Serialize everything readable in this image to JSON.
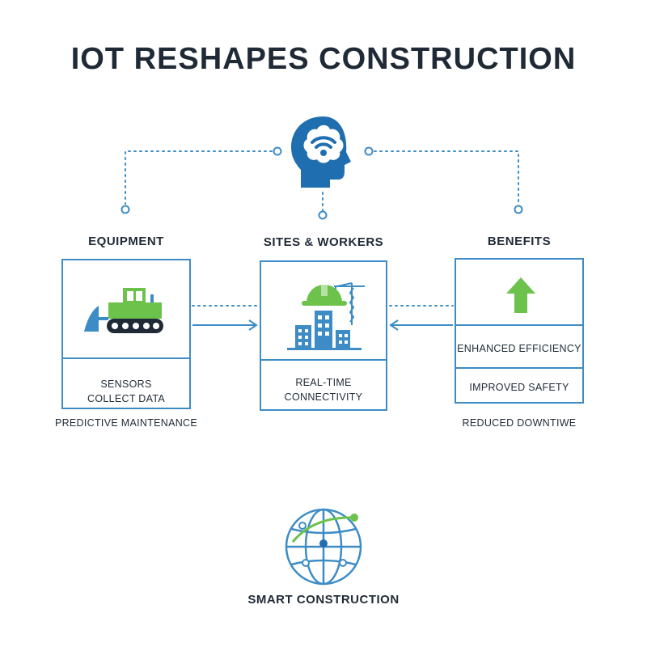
{
  "title": "IOT RESHAPES CONSTRUCTION",
  "sections": {
    "equipment": {
      "label": "EQUIPMENT",
      "box_text": "SENSORS COLLECT DATA",
      "caption": "PREDICTIVE MAINTENANCE",
      "icon": "bulldozer-icon"
    },
    "sites": {
      "label": "SITES & WORKERS",
      "box_text": "REAL-TIME CONNECTIVITY",
      "icon": "construction-site-icon"
    },
    "benefits": {
      "label": "BENEFITS",
      "items": [
        "ENHANCED EFFICIENCY",
        "IMPROVED SAFETY"
      ],
      "caption": "REDUCED DOWNTIWE",
      "icon": "up-arrow-icon"
    }
  },
  "hub": {
    "icon": "brain-wifi-head-icon"
  },
  "footer": {
    "label": "SMART CONSTRUCTION",
    "icon": "globe-network-icon"
  },
  "colors": {
    "blue": "#3d8cc6",
    "dark_blue": "#1f6fb0",
    "green": "#6cc24a",
    "text": "#1f2a36"
  }
}
